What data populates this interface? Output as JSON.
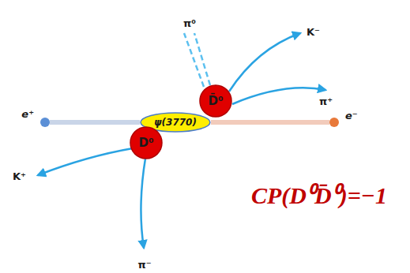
{
  "diagram": {
    "nodes": [
      {
        "text": [
          "D̄⁰"
        ]
      },
      {
        "text": [
          "e⁺"
        ]
      },
      {
        "text": [
          "ψ(3770)"
        ]
      },
      {
        "text": [
          "e⁻"
        ]
      },
      {
        "text": [
          "D⁰"
        ]
      }
    ],
    "edges": [
      {
        "from": 1,
        "to": 2,
        "arrow": "none"
      },
      {
        "from": 3,
        "to": 2,
        "arrow": "none"
      }
    ],
    "labels": [
      "π⁰",
      "K⁻",
      "π⁺",
      "K⁺",
      "π⁻",
      "CP(D⁰D̄⁰)=−1"
    ]
  }
}
